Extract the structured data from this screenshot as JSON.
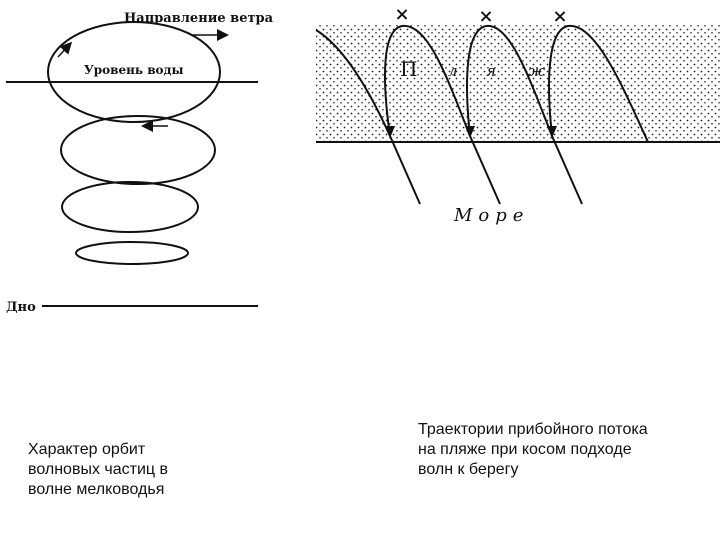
{
  "left_diagram": {
    "wind_label": "Направление ветра",
    "water_level_label": "Уровень воды",
    "bottom_label": "Дно"
  },
  "right_diagram": {
    "beach_letters": [
      "П",
      "л",
      "я",
      "ж"
    ],
    "sea_label": "Море",
    "marker_glyph": "×"
  },
  "captions": {
    "left": "Характер орбит\nволновых частиц в\nволне мелководья",
    "right": "Траектории прибойного потока\nна пляже при косом подходе\nволн к берегу"
  },
  "colors": {
    "ink": "#111111",
    "background": "#ffffff"
  }
}
